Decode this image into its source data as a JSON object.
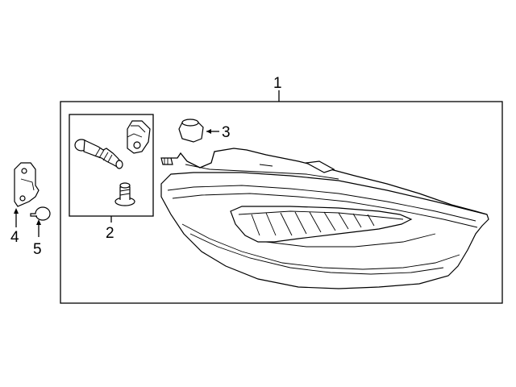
{
  "diagram": {
    "callouts": {
      "c1": "1",
      "c2": "2",
      "c3": "3",
      "c4": "4",
      "c5": "5"
    },
    "parts": [
      {
        "id": "1",
        "name": "tail-lamp-assembly"
      },
      {
        "id": "2",
        "name": "bulb-socket-kit"
      },
      {
        "id": "3",
        "name": "grommet"
      },
      {
        "id": "4",
        "name": "mounting-bracket"
      },
      {
        "id": "5",
        "name": "push-pin-clip"
      }
    ]
  }
}
